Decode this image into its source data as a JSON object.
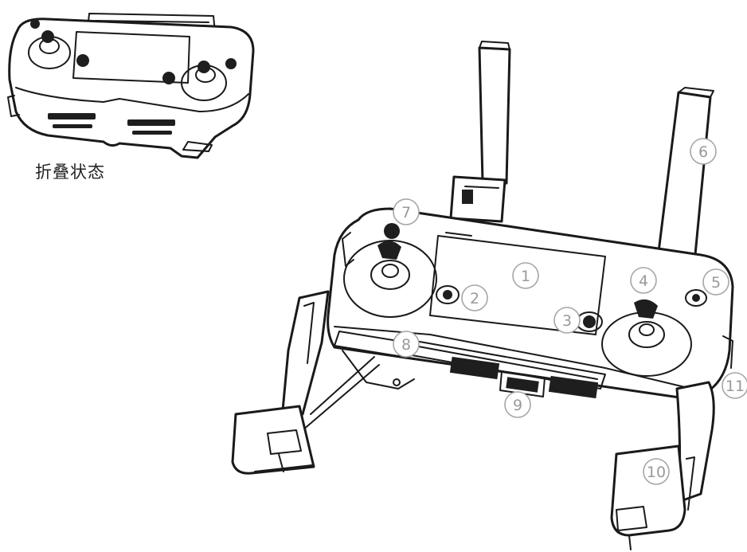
{
  "caption": "折叠状态",
  "callouts": [
    {
      "id": "1",
      "label": "1"
    },
    {
      "id": "2",
      "label": "2"
    },
    {
      "id": "3",
      "label": "3"
    },
    {
      "id": "4",
      "label": "4"
    },
    {
      "id": "5",
      "label": "5"
    },
    {
      "id": "6",
      "label": "6"
    },
    {
      "id": "7",
      "label": "7"
    },
    {
      "id": "8",
      "label": "8"
    },
    {
      "id": "9",
      "label": "9"
    },
    {
      "id": "10",
      "label": "10"
    },
    {
      "id": "11",
      "label": "11"
    }
  ]
}
